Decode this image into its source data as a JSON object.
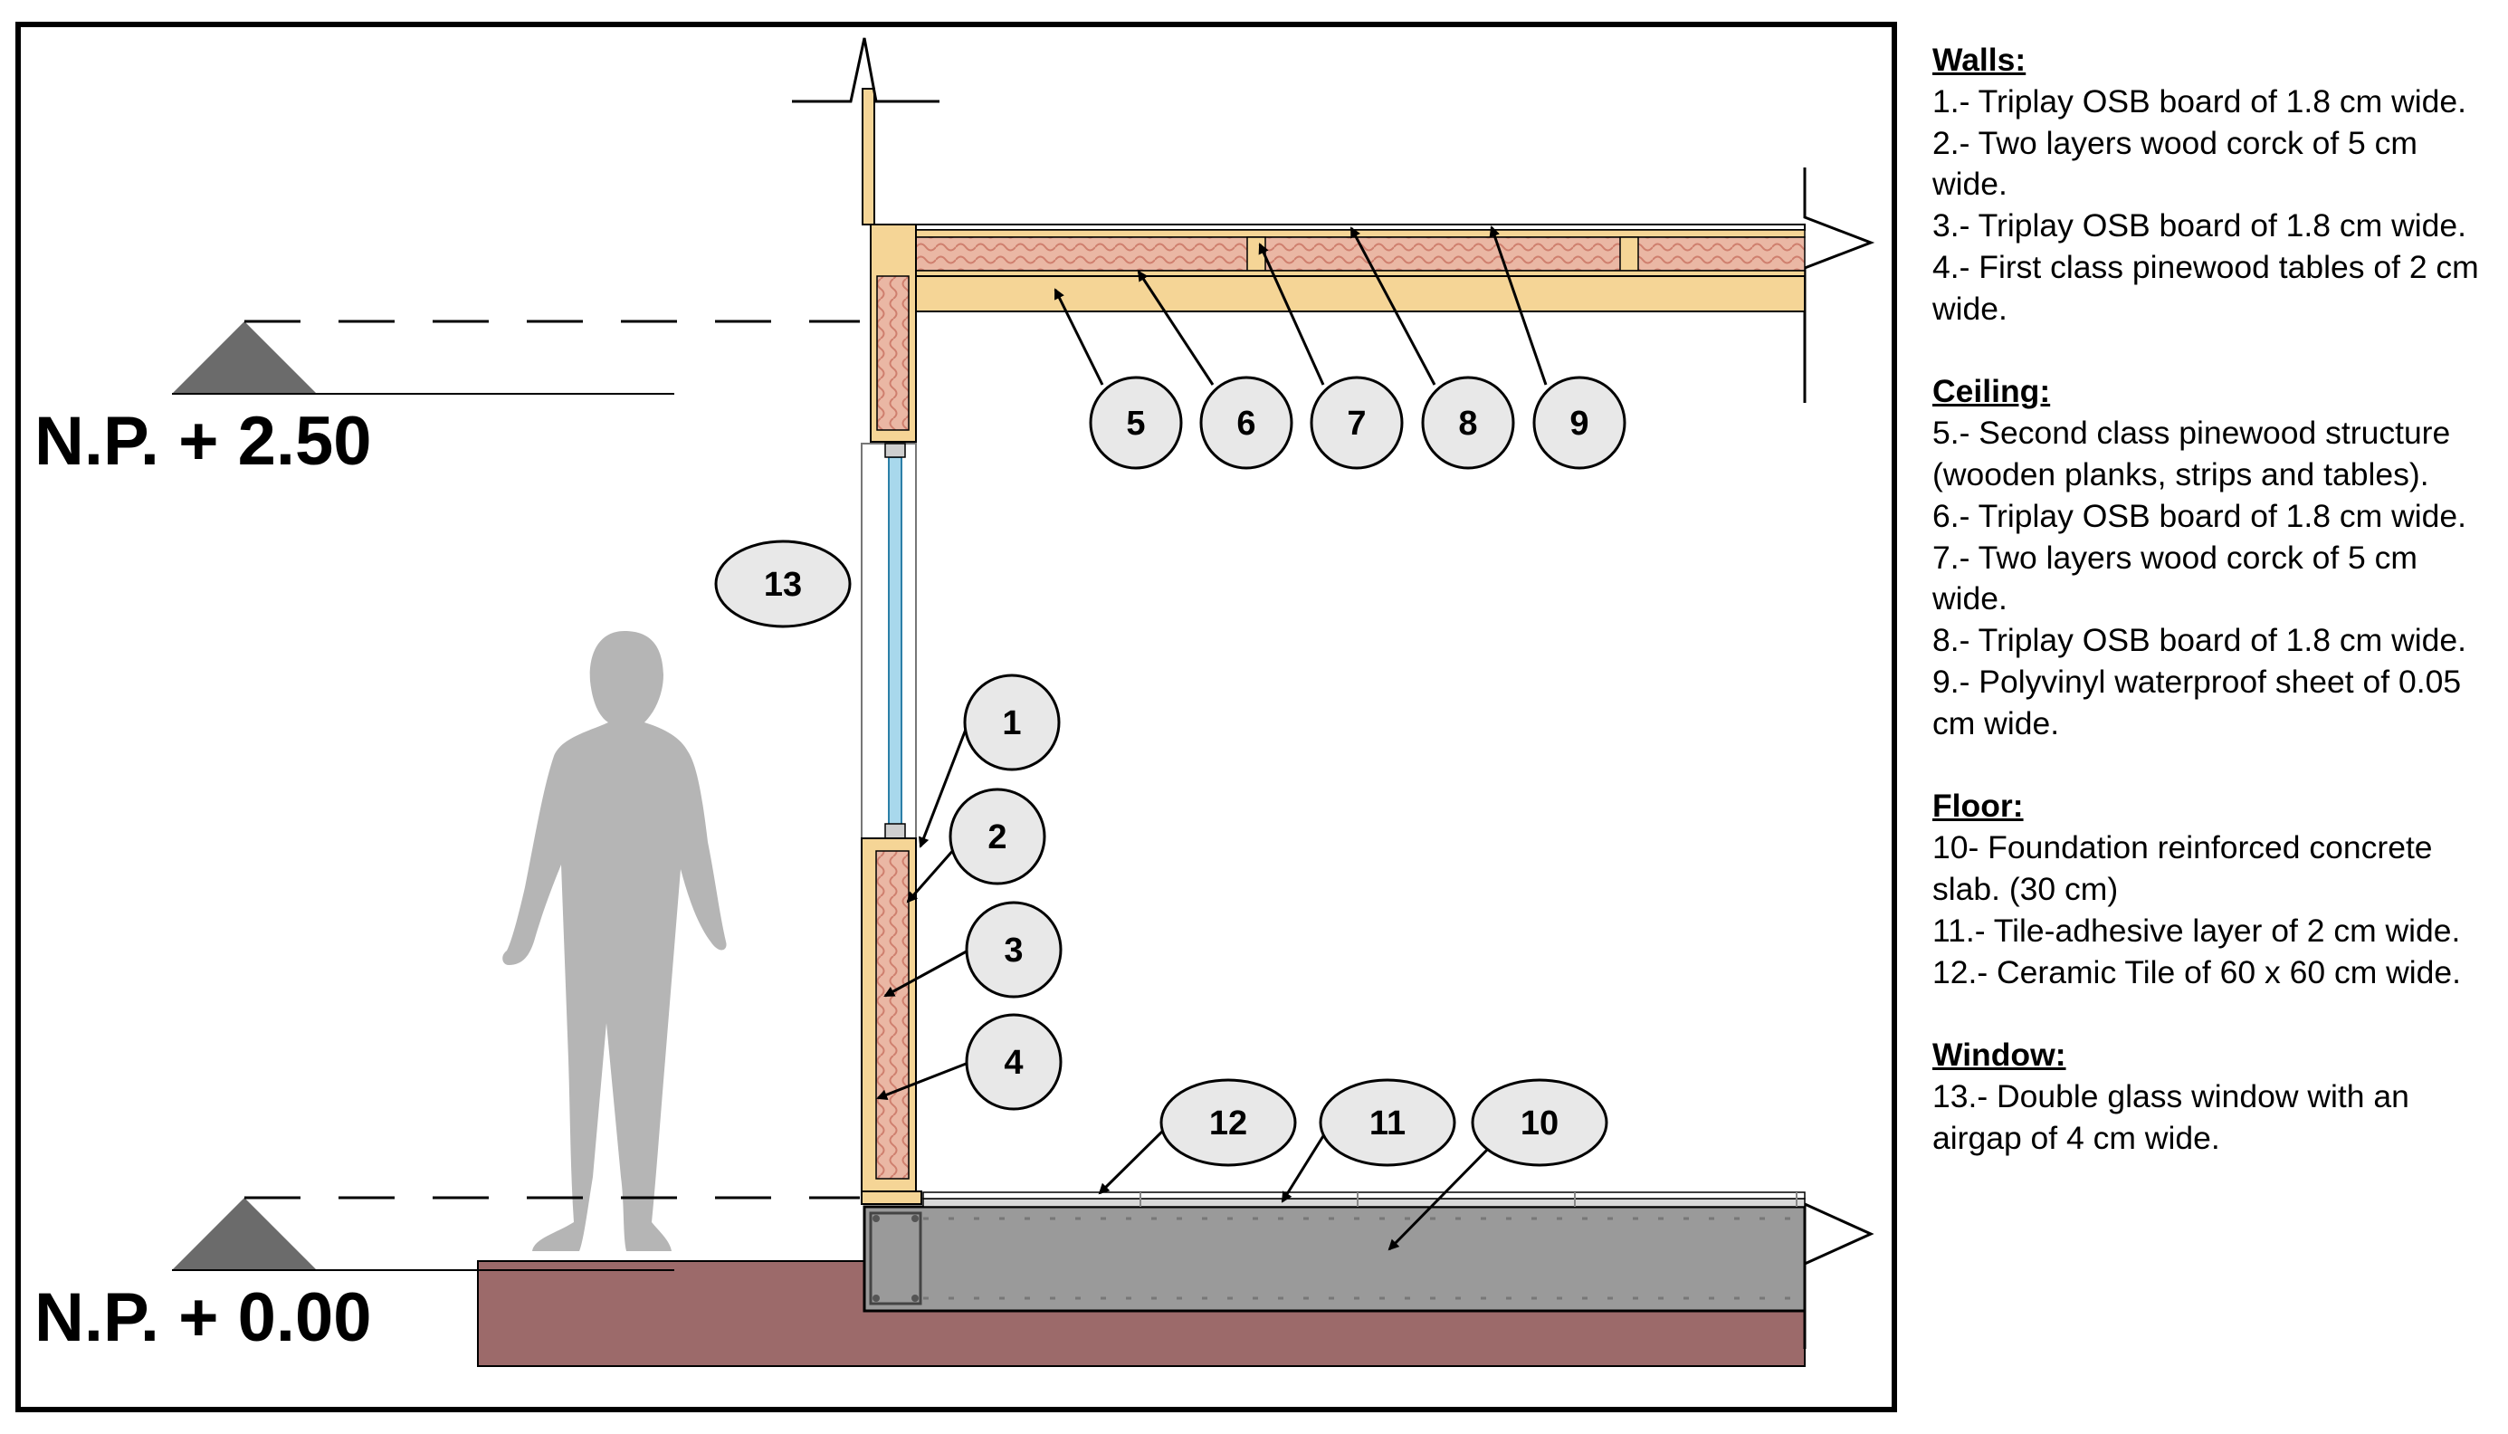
{
  "levels": {
    "upper": "N.P. + 2.50",
    "lower": "N.P. + 0.00"
  },
  "callouts": {
    "c1": "1",
    "c2": "2",
    "c3": "3",
    "c4": "4",
    "c5": "5",
    "c6": "6",
    "c7": "7",
    "c8": "8",
    "c9": "9",
    "c10": "10",
    "c11": "11",
    "c12": "12",
    "c13": "13"
  },
  "legend": {
    "walls": {
      "heading": "Walls:",
      "items": [
        "1.- Triplay OSB board of 1.8 cm wide.",
        "2.- Two layers wood corck of 5 cm wide.",
        "3.- Triplay OSB board of 1.8 cm wide.",
        "4.- First class pinewood tables of 2 cm wide."
      ]
    },
    "ceiling": {
      "heading": "Ceiling:",
      "items": [
        "5.- Second class pinewood structure (wooden planks, strips and tables).",
        "6.- Triplay OSB board of 1.8 cm wide.",
        "7.- Two layers wood corck of 5 cm wide.",
        "8.- Triplay OSB board of 1.8 cm wide.",
        "9.- Polyvinyl waterproof sheet of 0.05 cm wide."
      ]
    },
    "floor": {
      "heading": "Floor:",
      "items": [
        "10-  Foundation reinforced concrete slab. (30 cm)",
        "11.- Tile-adhesive layer of 2 cm wide.",
        "12.- Ceramic Tile of 60 x 60 cm wide."
      ]
    },
    "window": {
      "heading": "Window:",
      "items": [
        "13.- Double glass window with an airgap of 4 cm wide."
      ]
    }
  },
  "colors": {
    "wood": "#f5d596",
    "insulation": "#e8b4a0",
    "concrete": "#9a9a9a",
    "soil": "#9c6a6a",
    "glass": "#a8d8ec",
    "callout_fill": "#e8e8e8",
    "level_marker": "#6b6b6b",
    "silhouette": "#b5b5b5"
  }
}
